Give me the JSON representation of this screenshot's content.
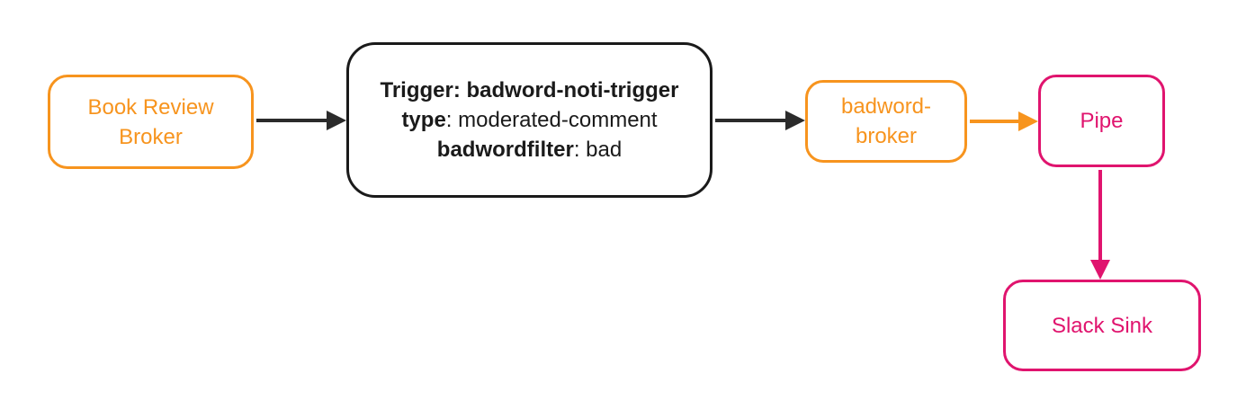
{
  "colors": {
    "orange": "#F7941E",
    "pink": "#E0146E",
    "ink": "#1A1A1A",
    "arrow": "#2B2B2B",
    "background": "#FFFFFF"
  },
  "nodes": {
    "book_review_broker": {
      "line1": "Book Review",
      "line2": "Broker"
    },
    "trigger": {
      "line1": "Trigger: badword-noti-trigger",
      "line2_key": "type",
      "line2_rest": ": moderated-comment",
      "line3_key": "badwordfilter",
      "line3_rest": ": bad"
    },
    "badword_broker": {
      "line1": "badword-",
      "line2": "broker"
    },
    "pipe": {
      "label": "Pipe"
    },
    "slack_sink": {
      "label": "Slack Sink"
    }
  },
  "edges": [
    {
      "from": "book_review_broker",
      "to": "trigger",
      "color": "dark"
    },
    {
      "from": "trigger",
      "to": "badword_broker",
      "color": "dark"
    },
    {
      "from": "badword_broker",
      "to": "pipe",
      "color": "orange"
    },
    {
      "from": "pipe",
      "to": "slack_sink",
      "color": "pink"
    }
  ]
}
